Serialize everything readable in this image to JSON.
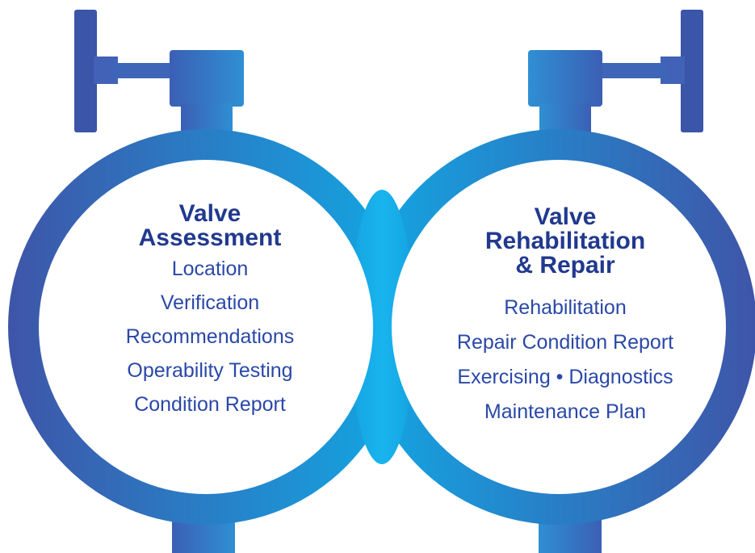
{
  "colors": {
    "valve_dark": "#3f55a8",
    "valve_light": "#12a7e3",
    "text": "#21398e",
    "background": "#ffffff"
  },
  "left_valve": {
    "title_line1": "Valve",
    "title_line2": "Assessment",
    "items": [
      "Location",
      "Verification",
      "Recommendations",
      "Operability Testing",
      "Condition Report"
    ]
  },
  "right_valve": {
    "title_line1": "Valve",
    "title_line2": "Rehabilitation",
    "title_line3": "& Repair",
    "items": [
      "Rehabilitation",
      "Repair Condition Report",
      "Exercising • Diagnostics",
      "Maintenance Plan"
    ]
  }
}
